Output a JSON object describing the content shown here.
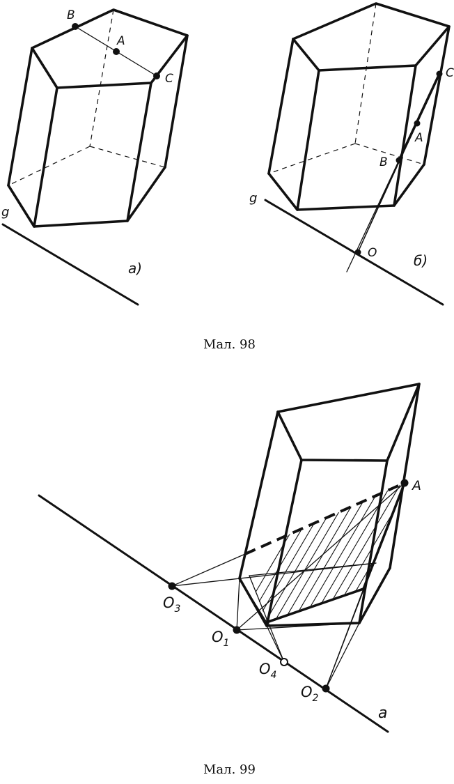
{
  "fig98": {
    "caption": "Мал. 98",
    "a": {
      "sublabel": "a)",
      "line_label": "g",
      "points": [
        "B",
        "A",
        "C"
      ]
    },
    "b": {
      "sublabel": "б)",
      "line_label": "g",
      "points": [
        "C",
        "A",
        "B",
        "O"
      ]
    }
  },
  "fig99": {
    "caption": "Мал. 99",
    "line_label": "a",
    "point_A": "A",
    "O": [
      "O",
      "O",
      "O",
      "O"
    ],
    "O_sub": [
      "3",
      "1",
      "4",
      "2"
    ]
  }
}
